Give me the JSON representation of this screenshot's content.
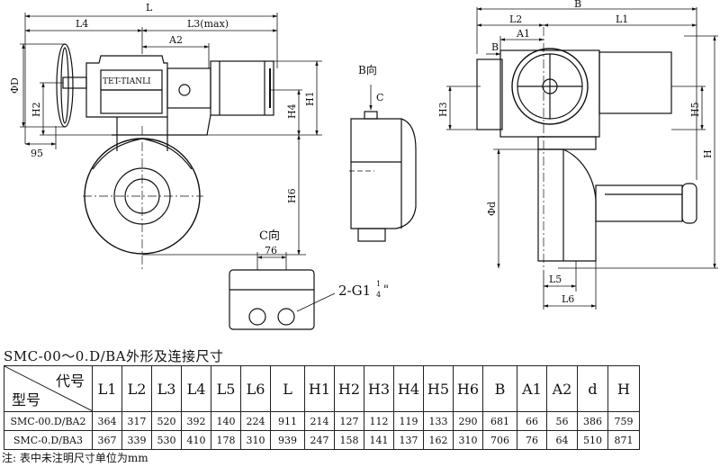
{
  "drawing": {
    "dims": {
      "L": "L",
      "L4": "L4",
      "L3max": "L3(max)",
      "A2": "A2",
      "D": "ΦD",
      "H2": "H2",
      "d95": "95",
      "H1": "H1",
      "H4": "H4",
      "H6": "H6",
      "B": "B",
      "L2": "L2",
      "L1": "L1",
      "A1": "A1",
      "Bs": "B",
      "H3": "H3",
      "H5": "H5",
      "H": "H",
      "d": "Φd",
      "L5": "L5",
      "L6": "L6",
      "d76": "76"
    },
    "brand_label": "TET-TIANLI",
    "view_b": "B向",
    "view_c_arrow": "C",
    "view_c": "C向",
    "thread": "2-G1",
    "thread_frac_num": "1",
    "thread_frac_den": "4",
    "thread_unit": "\""
  },
  "table": {
    "title": "SMC-00～0.D/BA外形及连接尺寸",
    "corner_code": "代号",
    "corner_model": "型号",
    "columns": [
      "L1",
      "L2",
      "L3",
      "L4",
      "L5",
      "L6",
      "L",
      "H1",
      "H2",
      "H3",
      "H4",
      "H5",
      "H6",
      "B",
      "A1",
      "A2",
      "d",
      "H"
    ],
    "rows": [
      {
        "model": "SMC-00.D/BA2",
        "values": [
          "364",
          "317",
          "520",
          "392",
          "140",
          "224",
          "911",
          "214",
          "127",
          "112",
          "119",
          "133",
          "290",
          "681",
          "66",
          "56",
          "386",
          "759"
        ]
      },
      {
        "model": "SMC-0.D/BA3",
        "values": [
          "367",
          "339",
          "530",
          "410",
          "178",
          "310",
          "939",
          "247",
          "158",
          "141",
          "137",
          "162",
          "310",
          "706",
          "76",
          "64",
          "510",
          "871"
        ]
      }
    ],
    "note": "注: 表中未注明尺寸单位为mm"
  }
}
